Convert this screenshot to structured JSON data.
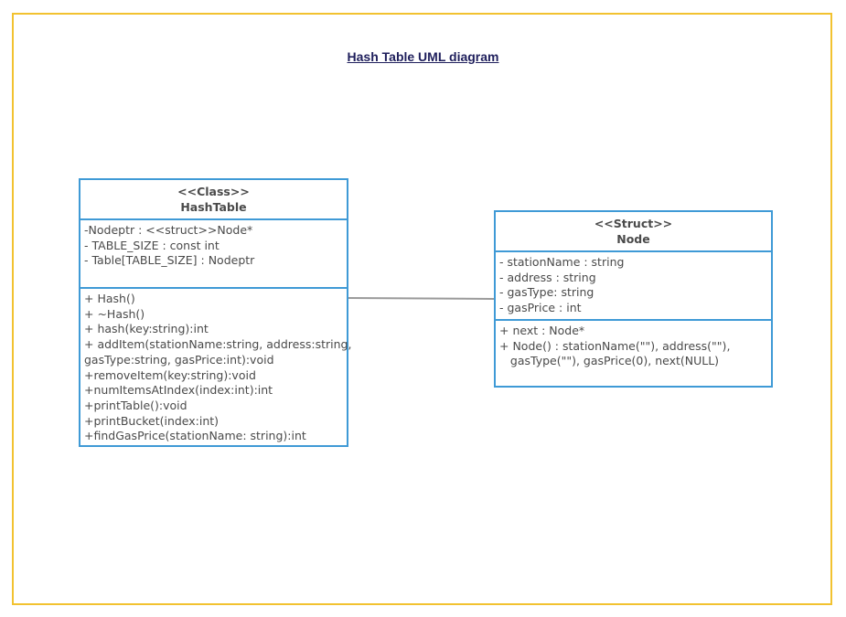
{
  "title": "Hash Table UML diagram",
  "hashtable": {
    "stereotype": "<<Class>>",
    "name": "HashTable",
    "attributes": [
      "-Nodeptr : <<struct>>Node*",
      "- TABLE_SIZE : const int",
      "- Table[TABLE_SIZE] : Nodeptr"
    ],
    "methods": [
      "+ Hash()",
      "+ ~Hash()",
      "+ hash(key:string):int",
      "+ addItem(stationName:string, address:string,",
      "gasType:string, gasPrice:int):void",
      "+removeItem(key:string):void",
      "+numItemsAtIndex(index:int):int",
      "+printTable():void",
      "+printBucket(index:int)",
      "+findGasPrice(stationName: string):int"
    ]
  },
  "node": {
    "stereotype": "<<Struct>>",
    "name": "Node",
    "attributes": [
      "- stationName : string",
      "- address : string",
      "- gasType: string",
      "- gasPrice : int"
    ],
    "methods": [
      "+ next : Node*",
      "+ Node() : stationName(\"\"), address(\"\"),",
      "   gasType(\"\"), gasPrice(0), next(NULL)"
    ]
  },
  "colors": {
    "frame": "#f2c230",
    "box_border": "#3f9ad6",
    "connector": "#9a9a9a",
    "title": "#1f1f5c"
  }
}
